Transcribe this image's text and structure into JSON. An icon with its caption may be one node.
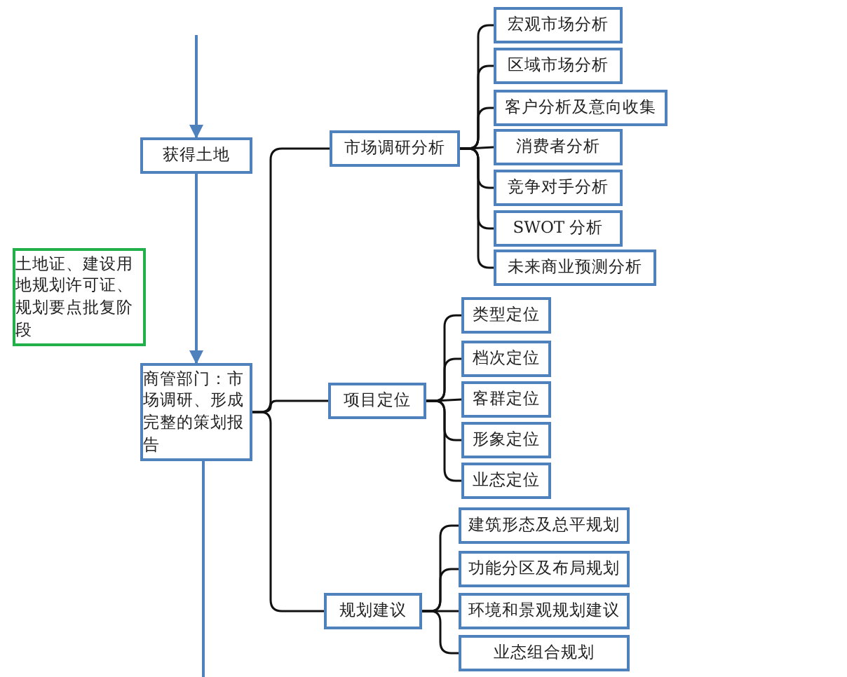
{
  "diagram": {
    "nodes": [
      {
        "text": [
          "获得土地"
        ]
      },
      {
        "text": [
          "土地证、建设用地规划许可证、规划要点批复阶段"
        ]
      },
      {
        "text": [
          "商管部门：市场调研、形成完整的策划报告"
        ]
      },
      {
        "text": [
          "市场调研分析"
        ]
      },
      {
        "text": [
          "宏观市场分析"
        ]
      },
      {
        "text": [
          "区域市场分析"
        ]
      },
      {
        "text": [
          "客户分析及意向收集"
        ]
      },
      {
        "text": [
          "消费者分析"
        ]
      },
      {
        "text": [
          "竞争对手分析"
        ]
      },
      {
        "text": [
          "SWOT 分析"
        ]
      },
      {
        "text": [
          "未来商业预测分析"
        ]
      },
      {
        "text": [
          "项目定位"
        ]
      },
      {
        "text": [
          "类型定位"
        ]
      },
      {
        "text": [
          "档次定位"
        ]
      },
      {
        "text": [
          "客群定位"
        ]
      },
      {
        "text": [
          "形象定位"
        ]
      },
      {
        "text": [
          "业态定位"
        ]
      },
      {
        "text": [
          "规划建议"
        ]
      },
      {
        "text": [
          "建筑形态及总平规划"
        ]
      },
      {
        "text": [
          "功能分区及布局规划"
        ]
      },
      {
        "text": [
          "环境和景观规划建议"
        ]
      },
      {
        "text": [
          "业态组合规划"
        ]
      }
    ],
    "edges": [
      {
        "from": null,
        "to": 0,
        "arrow": "to",
        "color": "#4f81bd"
      },
      {
        "from": 0,
        "to": 2,
        "arrow": "to",
        "color": "#4f81bd"
      },
      {
        "from": 2,
        "to": null,
        "arrow": "none",
        "color": "#4f81bd"
      },
      {
        "from": 2,
        "to": 3,
        "arrow": "none"
      },
      {
        "from": 2,
        "to": 11,
        "arrow": "none"
      },
      {
        "from": 2,
        "to": 17,
        "arrow": "none"
      },
      {
        "from": 3,
        "to": 4,
        "arrow": "none"
      },
      {
        "from": 3,
        "to": 5,
        "arrow": "none"
      },
      {
        "from": 3,
        "to": 6,
        "arrow": "none"
      },
      {
        "from": 3,
        "to": 7,
        "arrow": "none"
      },
      {
        "from": 3,
        "to": 8,
        "arrow": "none"
      },
      {
        "from": 3,
        "to": 9,
        "arrow": "none"
      },
      {
        "from": 3,
        "to": 10,
        "arrow": "none"
      },
      {
        "from": 11,
        "to": 12,
        "arrow": "none"
      },
      {
        "from": 11,
        "to": 13,
        "arrow": "none"
      },
      {
        "from": 11,
        "to": 14,
        "arrow": "none"
      },
      {
        "from": 11,
        "to": 15,
        "arrow": "none"
      },
      {
        "from": 11,
        "to": 16,
        "arrow": "none"
      },
      {
        "from": 17,
        "to": 18,
        "arrow": "none"
      },
      {
        "from": 17,
        "to": 19,
        "arrow": "none"
      },
      {
        "from": 17,
        "to": 20,
        "arrow": "none"
      },
      {
        "from": 17,
        "to": 21,
        "arrow": "none"
      }
    ]
  }
}
